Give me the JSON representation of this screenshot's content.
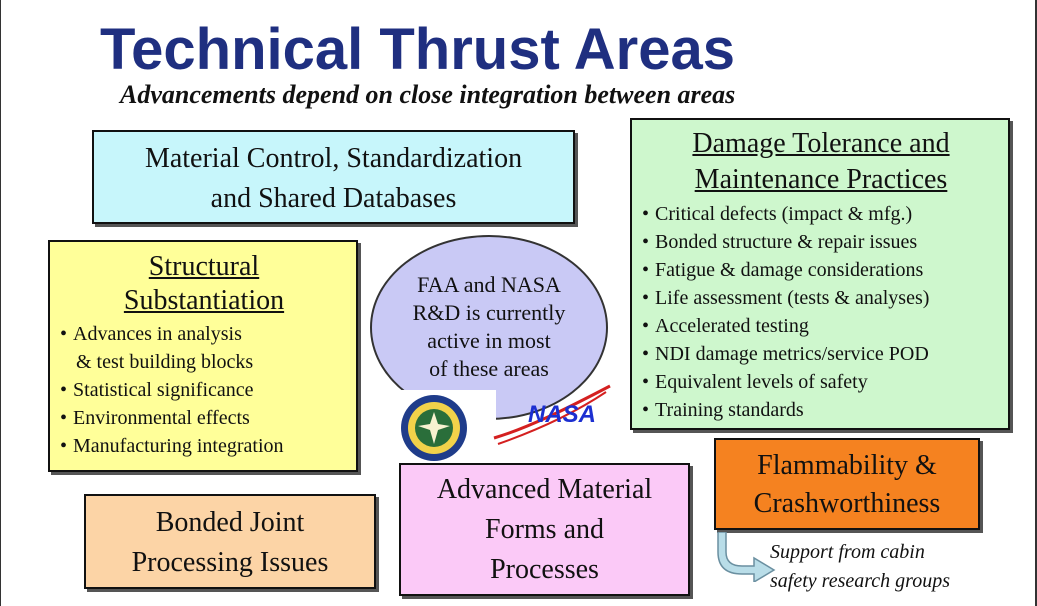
{
  "title": "Technical Thrust Areas",
  "subtitle": "Advancements depend on close integration between areas",
  "material_box": {
    "line1": "Material Control, Standardization",
    "line2": "and Shared Databases"
  },
  "damage_box": {
    "heading_line1": "Damage Tolerance and",
    "heading_line2": "Maintenance Practices",
    "items": [
      "Critical defects (impact & mfg.)",
      "Bonded structure & repair issues",
      "Fatigue & damage considerations",
      "Life assessment (tests & analyses)",
      "Accelerated testing",
      "NDI damage metrics/service POD",
      "Equivalent levels of safety",
      "Training standards"
    ]
  },
  "structural_box": {
    "heading_line1": "Structural",
    "heading_line2": "Substantiation",
    "items": [
      "Advances in analysis",
      "& test building blocks",
      "Statistical significance",
      "Environmental effects",
      "Manufacturing integration"
    ]
  },
  "center_circle": {
    "line1": "FAA and NASA",
    "line2": "R&D is currently",
    "line3": "active in most",
    "line4": "of these areas"
  },
  "nasa_logo_text": "NASA",
  "bonded_box": {
    "line1": "Bonded Joint",
    "line2": "Processing Issues"
  },
  "advanced_box": {
    "line1": "Advanced Material",
    "line2": "Forms and",
    "line3": "Processes"
  },
  "flamm_box": {
    "line1": "Flammability &",
    "line2": "Crashworthiness"
  },
  "support_note": {
    "line1": "Support from cabin",
    "line2": "safety research groups"
  },
  "colors": {
    "title": "#1f2f80",
    "material": "#c7f6fb",
    "damage": "#cef7cd",
    "structural": "#ffff99",
    "circle": "#c9c9f5",
    "bonded": "#fcd4a6",
    "advanced": "#fbc9f7",
    "flammability": "#f58220",
    "nasa_text": "#1c2fd1",
    "nasa_swoosh": "#d42020"
  },
  "icons": [
    "faa-seal-icon",
    "nasa-logo-icon",
    "curved-arrow-icon"
  ]
}
